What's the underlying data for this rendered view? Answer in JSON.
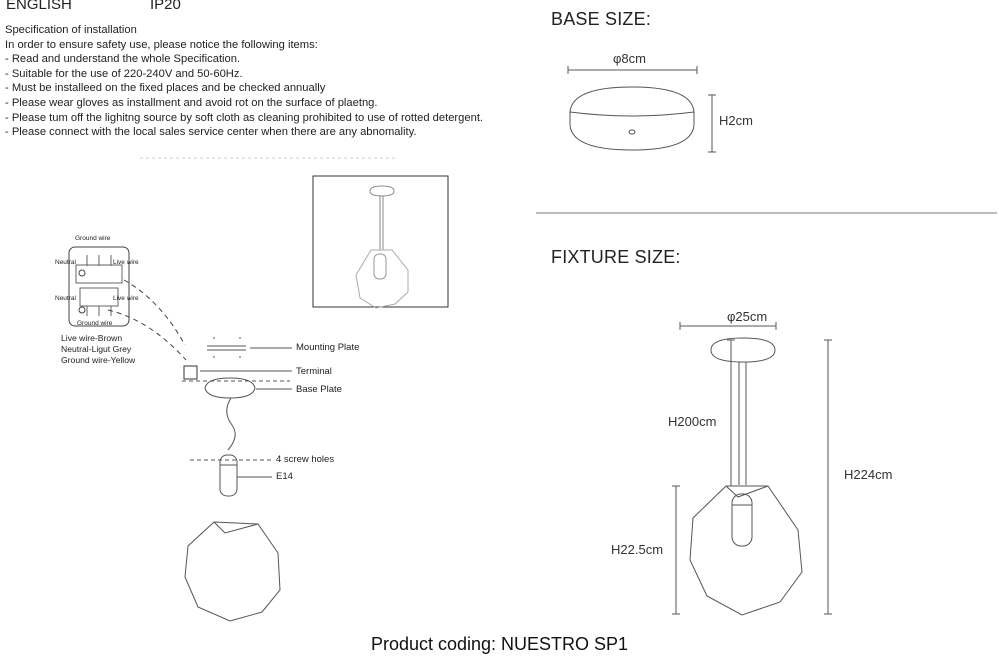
{
  "header": {
    "language": "ENGLISH",
    "ip_rating": "IP20"
  },
  "spec": {
    "title": "Specification of installation",
    "intro": "In order to ensure safety use, please notice the following items:",
    "items": [
      "- Read and understand the whole Specification.",
      "- Suitable for the use of 220-240V and 50-60Hz.",
      "- Must be installeed on the fixed places and be checked annually",
      "- Please wear gloves as installment and avoid rot on the surface of plaetng.",
      "- Please tum off the lighitng source by soft cloth as cleaning prohibited to use of rotted detergent.",
      "- Please connect with the local sales service center when there are any abnomality."
    ]
  },
  "base_size": {
    "title": "BASE SIZE:",
    "diameter": "φ8cm",
    "height": "H2cm"
  },
  "fixture_size": {
    "title": "FIXTURE SIZE:",
    "diameter": "φ25cm",
    "rod_height": "H200cm",
    "total_height": "H224cm",
    "shade_height": "H22.5cm"
  },
  "wiring": {
    "ground_top": "Ground wire",
    "ground_bottom": "Ground wire",
    "neutral_1": "Neutral",
    "neutral_2": "Neutral",
    "live_1": "Live wire",
    "live_2": "Live wire",
    "legend": [
      "Live wire-Brown",
      "Neutral-Ligut Grey",
      "Ground wire-Yellow"
    ]
  },
  "parts": {
    "mounting_plate": "Mounting Plate",
    "terminal": "Terminal",
    "base_plate": "Base Plate",
    "screw_holes": "4 screw holes",
    "socket": "E14"
  },
  "product": {
    "coding": "Product coding: NUESTRO SP1"
  },
  "colors": {
    "line": "#555555",
    "text": "#222222"
  }
}
